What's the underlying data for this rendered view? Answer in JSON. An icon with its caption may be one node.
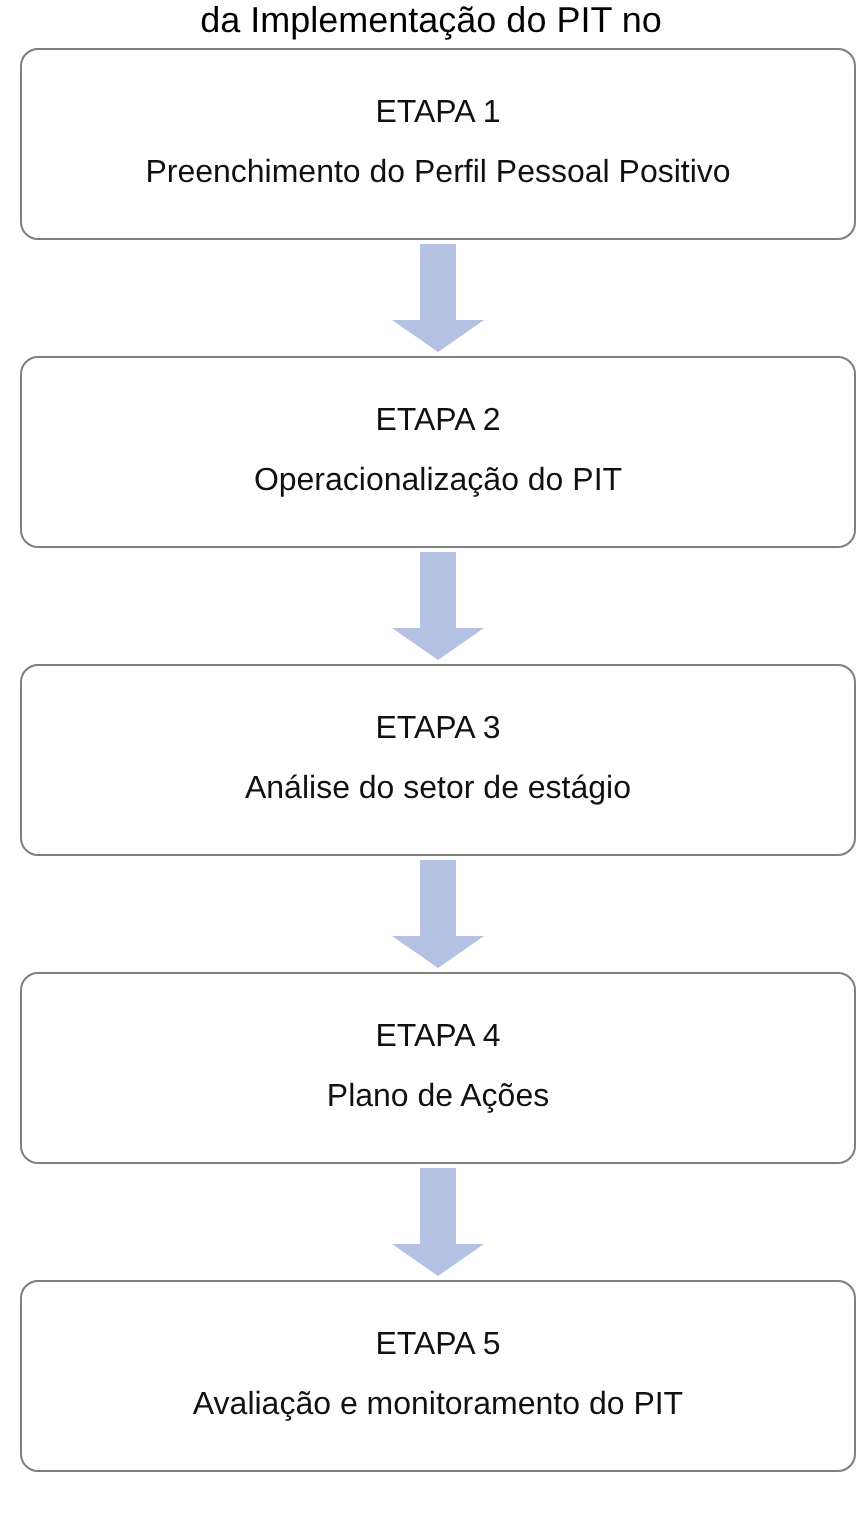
{
  "diagram": {
    "title": "da Implementação do PIT no",
    "nodes": [
      {
        "text": [
          "ETAPA 1",
          "Preenchimento do Perfil Pessoal Positivo"
        ]
      },
      {
        "text": [
          "ETAPA 2",
          "Operacionalização do PIT"
        ]
      },
      {
        "text": [
          "ETAPA 3",
          "Análise do setor de estágio"
        ]
      },
      {
        "text": [
          "ETAPA 4",
          "Plano de Ações"
        ]
      },
      {
        "text": [
          "ETAPA 5",
          "Avaliação e monitoramento do PIT"
        ]
      }
    ],
    "edges": [
      {
        "from": 0,
        "to": 1,
        "arrow": "to"
      },
      {
        "from": 1,
        "to": 2,
        "arrow": "to"
      },
      {
        "from": 2,
        "to": 3,
        "arrow": "to"
      },
      {
        "from": 3,
        "to": 4,
        "arrow": "to"
      }
    ]
  }
}
